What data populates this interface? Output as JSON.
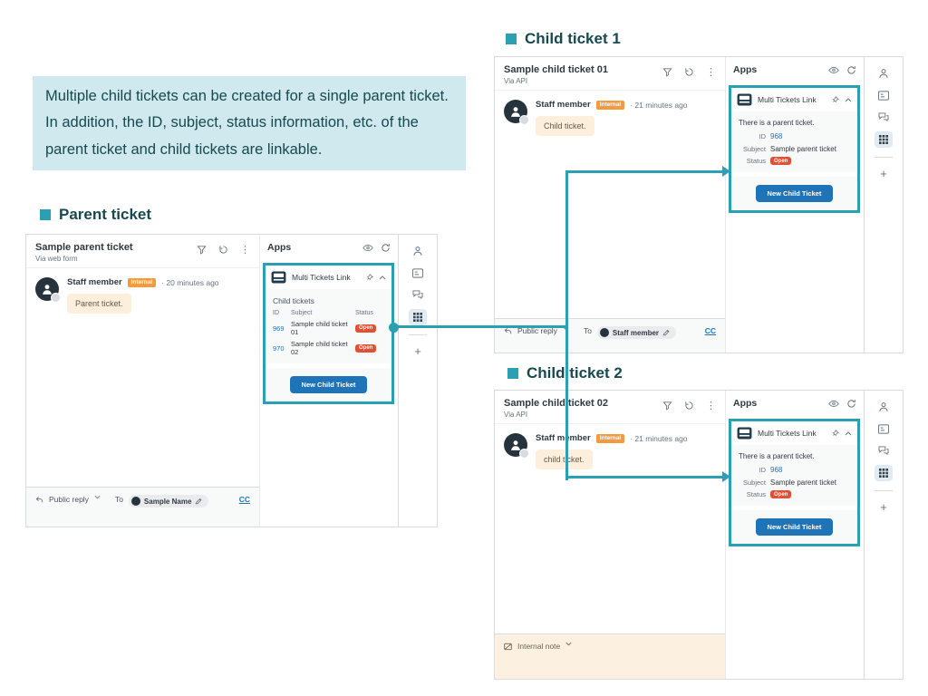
{
  "info_box": {
    "text": "Multiple child tickets can be created for a single parent ticket. In addition, the ID, subject, status information, etc. of the parent ticket and child tickets are linkable."
  },
  "colors": {
    "accent_teal": "#2ba0b2",
    "heading_text": "#17494f",
    "info_box_bg": "#cfe9ee",
    "internal_badge_bg": "#f79a3e",
    "open_badge_bg": "#e34f32",
    "primary_button_bg": "#1f73b7",
    "link_blue": "#1f73b7"
  },
  "parent": {
    "heading": "Parent ticket",
    "title": "Sample parent ticket",
    "via": "Via web form",
    "comment": {
      "author": "Staff member",
      "badge": "Internal",
      "time": "· 20 minutes ago",
      "message": "Parent ticket."
    },
    "apps": {
      "header": "Apps",
      "card_name": "Multi Tickets Link",
      "list_label": "Child tickets",
      "table_headers": {
        "id": "ID",
        "subject": "Subject",
        "status": "Status"
      },
      "rows": [
        {
          "id": "969",
          "subject": "Sample child ticket 01",
          "status": "Open"
        },
        {
          "id": "970",
          "subject": "Sample child ticket 02",
          "status": "Open"
        }
      ],
      "button": "New Child Ticket"
    },
    "footer": {
      "reply_type": "Public reply",
      "to": "To",
      "recipient": "Sample Name",
      "cc": "CC"
    }
  },
  "child1": {
    "heading": "Child ticket 1",
    "title": "Sample child ticket 01",
    "via": "Via API",
    "comment": {
      "author": "Staff member",
      "badge": "Internal",
      "time": "· 21 minutes ago",
      "message": "Child ticket."
    },
    "apps": {
      "header": "Apps",
      "card_name": "Multi Tickets Link",
      "intro": "There is a parent ticket.",
      "fields": {
        "id_label": "ID",
        "id_value": "968",
        "subject_label": "Subject",
        "subject_value": "Sample parent ticket",
        "status_label": "Status",
        "status_value": "Open"
      },
      "button": "New Child Ticket"
    },
    "footer": {
      "reply_type": "Public reply",
      "to": "To",
      "recipient": "Staff member",
      "cc": "CC"
    }
  },
  "child2": {
    "heading": "Child ticket 2",
    "title": "Sample child ticket 02",
    "via": "Via API",
    "comment": {
      "author": "Staff member",
      "badge": "Internal",
      "time": "· 21 minutes ago",
      "message": "child ticket."
    },
    "apps": {
      "header": "Apps",
      "card_name": "Multi Tickets Link",
      "intro": "There is a parent ticket.",
      "fields": {
        "id_label": "ID",
        "id_value": "968",
        "subject_label": "Subject",
        "subject_value": "Sample parent ticket",
        "status_label": "Status",
        "status_value": "Open"
      },
      "button": "New Child Ticket"
    },
    "footer": {
      "internal_note": "Internal note"
    }
  }
}
